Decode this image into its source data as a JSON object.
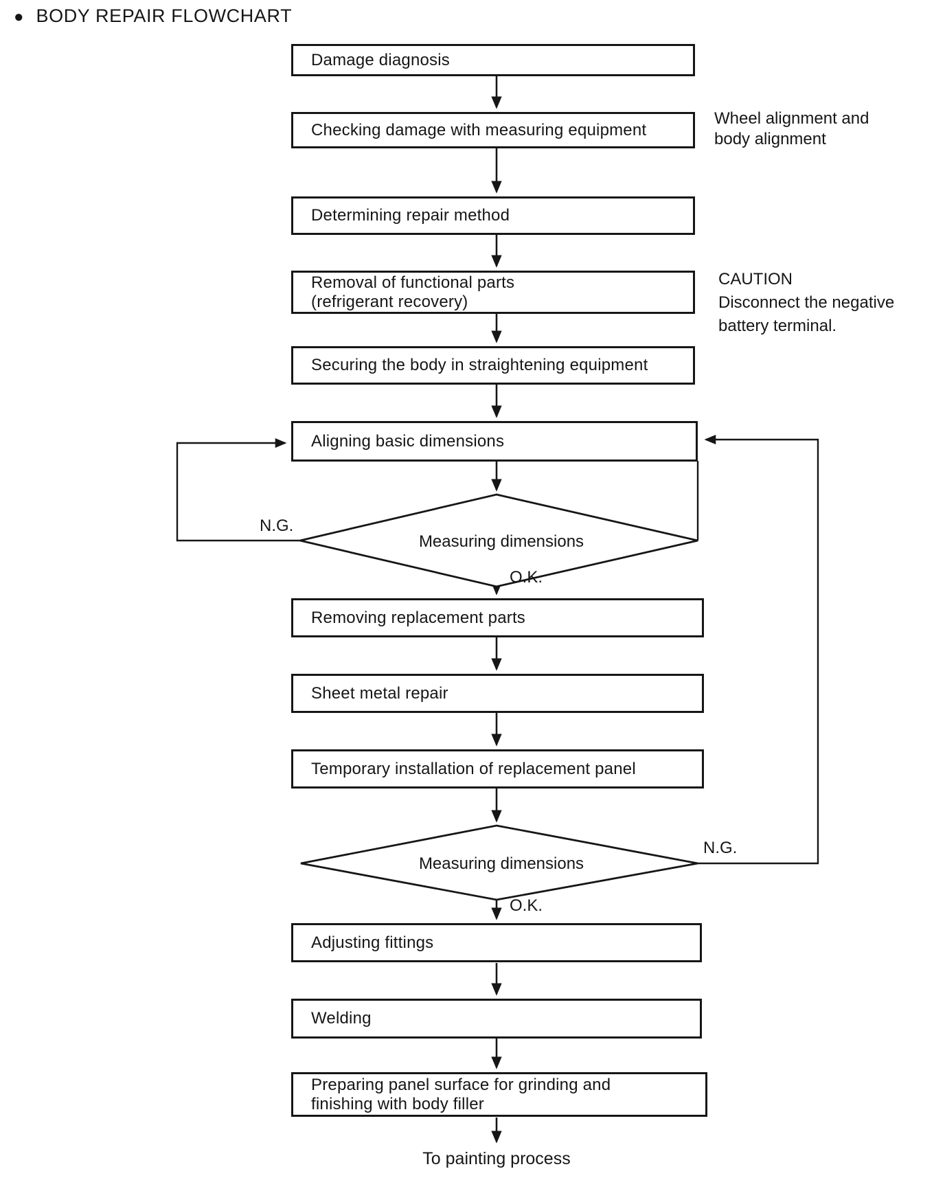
{
  "title": {
    "bullet": "●",
    "text": "BODY REPAIR FLOWCHART"
  },
  "flow": {
    "boxes": [
      {
        "label": "Damage diagnosis"
      },
      {
        "label": "Checking damage with measuring equipment"
      },
      {
        "label": "Determining repair method"
      },
      {
        "line1": "Removal of functional parts",
        "line2": "(refrigerant recovery)"
      },
      {
        "label": "Securing the body in straightening equipment"
      },
      {
        "label": "Aligning basic dimensions"
      },
      {
        "label": "Removing replacement parts"
      },
      {
        "label": "Sheet metal repair"
      },
      {
        "label": "Temporary installation of replacement panel"
      },
      {
        "label": "Adjusting fittings"
      },
      {
        "label": "Welding"
      },
      {
        "line1": "Preparing panel surface for grinding and",
        "line2": "finishing with body filler"
      }
    ],
    "decisions": [
      {
        "label": "Measuring dimensions",
        "fail_label": "N.G.",
        "pass_label": "O.K."
      },
      {
        "label": "Measuring dimensions",
        "fail_label": "N.G.",
        "pass_label": "O.K."
      }
    ],
    "end_label": "To painting process"
  },
  "annotations": {
    "wheel_alignment": {
      "line1": "Wheel alignment and",
      "line2": "body alignment"
    },
    "caution": {
      "line1": "CAUTION",
      "line2": "Disconnect the negative",
      "line3": "battery terminal."
    }
  },
  "colors": {
    "ink": "#161616",
    "paper": "#ffffff"
  }
}
